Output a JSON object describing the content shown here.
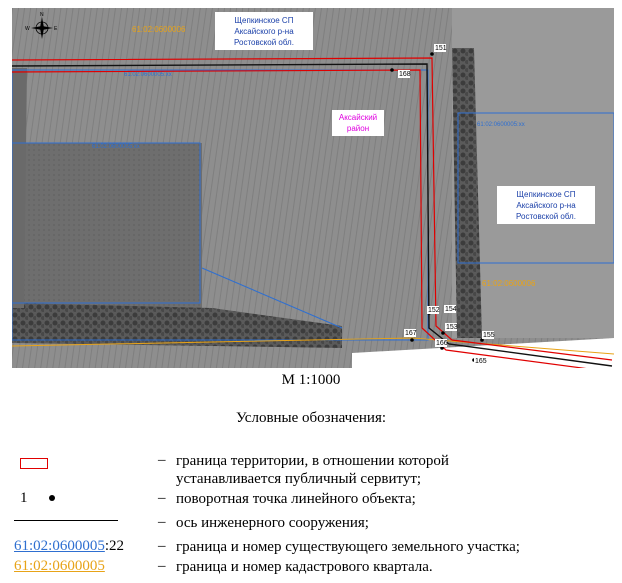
{
  "map": {
    "quarter_top": "61:02:0600006",
    "quarter_right": "61:02:0600006",
    "area_label_top": [
      "Щепкинское СП",
      "Аксайского р-на",
      "Ростовской обл."
    ],
    "area_label_right": [
      "Щепкинское СП",
      "Аксайского р-на",
      "Ростовской обл."
    ],
    "district_label": [
      "Аксайский",
      "район"
    ],
    "points": [
      "151",
      "168",
      "152",
      "154",
      "153",
      "167",
      "166",
      "155",
      "165"
    ],
    "compass": {
      "N": "N",
      "E": "E",
      "W": "W"
    }
  },
  "scale": "М 1:1000",
  "legend": {
    "title": "Условные обозначения:",
    "dash": "–",
    "items": [
      {
        "desc": [
          "граница территории, в отношении которой",
          "устанавливается публичный сервитут;"
        ]
      },
      {
        "symbol_text": "1",
        "desc": [
          "поворотная точка линейного объекта;"
        ]
      },
      {
        "desc": [
          "ось инженерного сооружения;"
        ]
      },
      {
        "symbol_main": "61:02:0600005",
        "symbol_suffix": ":22",
        "desc": [
          "граница и номер существующего земельного участка;"
        ]
      },
      {
        "symbol_text": "61:02:0600005",
        "desc": [
          "граница и номер кадастрового квартала."
        ]
      }
    ],
    "colors": {
      "territory": "#e00000",
      "parcel": "#2e6fd1",
      "quarter": "#e8a317"
    }
  }
}
